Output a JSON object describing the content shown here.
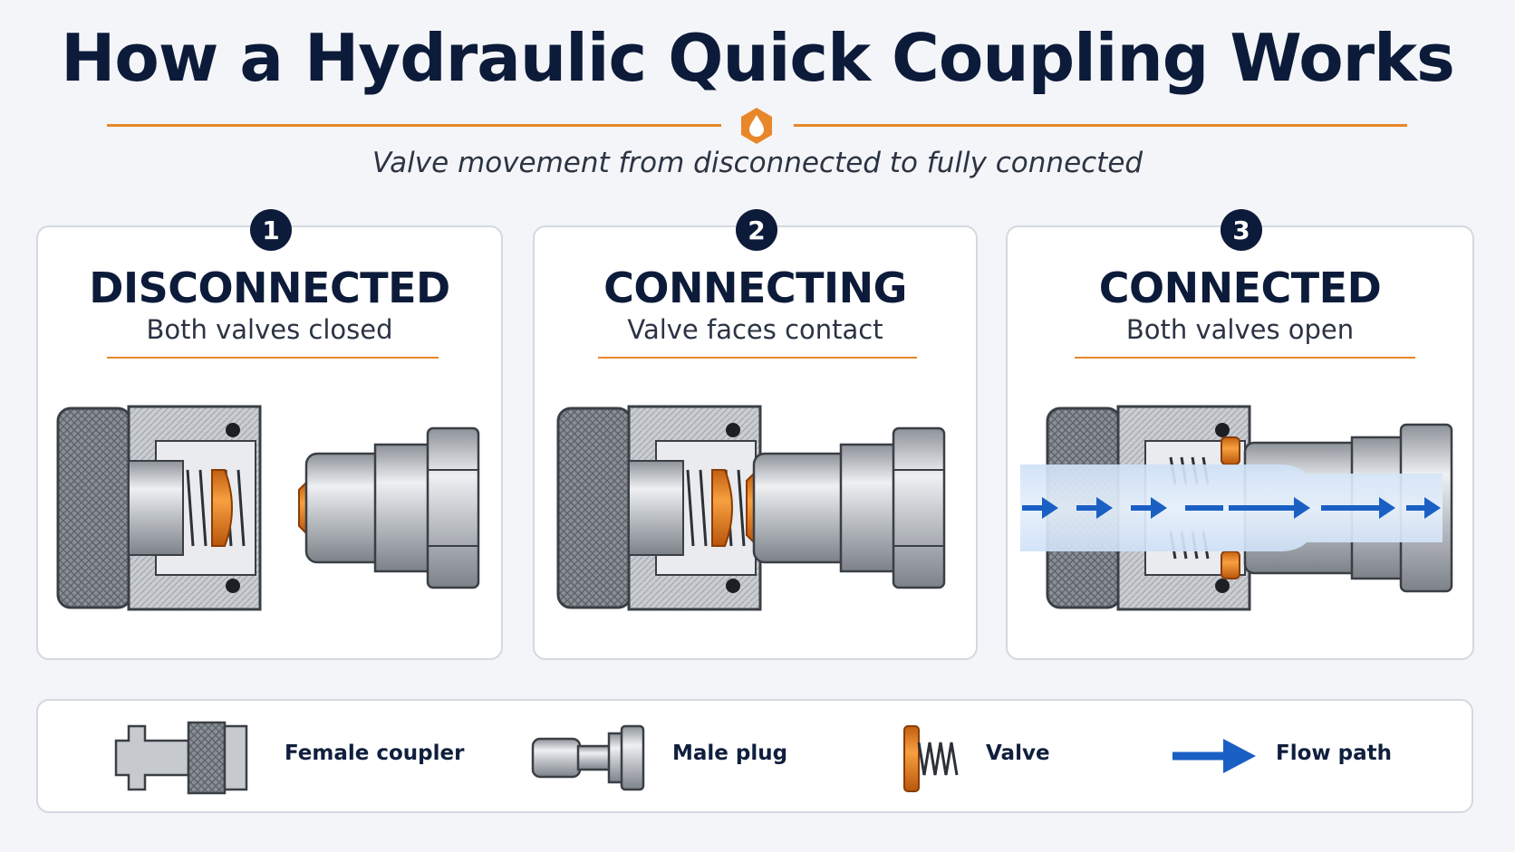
{
  "title": "How a Hydraulic Quick Coupling Works",
  "subtitle": "Valve movement from disconnected to fully connected",
  "colors": {
    "navy": "#0d1b3a",
    "accent_orange": "#e8862a",
    "flow_blue": "#1a5fc4",
    "steel": "#b8bcc2"
  },
  "icons": {
    "badge": "oil-drop-icon",
    "flow": "arrow-right-icon"
  },
  "stages": [
    {
      "number": "1",
      "title": "DISCONNECTED",
      "subtitle": "Both valves closed"
    },
    {
      "number": "2",
      "title": "CONNECTING",
      "subtitle": "Valve faces contact"
    },
    {
      "number": "3",
      "title": "CONNECTED",
      "subtitle": "Both valves open"
    }
  ],
  "legend": [
    {
      "label": "Female coupler"
    },
    {
      "label": "Male plug"
    },
    {
      "label": "Valve"
    },
    {
      "label": "Flow path"
    }
  ]
}
